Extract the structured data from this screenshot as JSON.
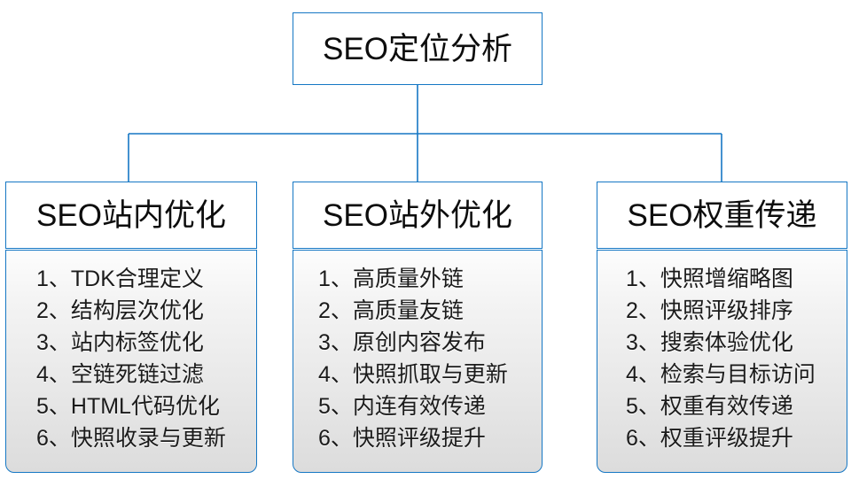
{
  "diagram": {
    "type": "tree",
    "accent_color": "#1577c4",
    "text_color": "#0d0d0d",
    "panel_gradient_top": "#fdfdfd",
    "panel_gradient_bottom": "#dcdcdc",
    "root": {
      "label": "SEO定位分析"
    },
    "branches": [
      {
        "header": "SEO站内优化",
        "items": [
          "1、TDK合理定义",
          "2、结构层次优化",
          "3、站内标签优化",
          "4、空链死链过滤",
          "5、HTML代码优化",
          "6、快照收录与更新"
        ]
      },
      {
        "header": "SEO站外优化",
        "items": [
          "1、高质量外链",
          "2、高质量友链",
          "3、原创内容发布",
          "4、快照抓取与更新",
          "5、内连有效传递",
          "6、快照评级提升"
        ]
      },
      {
        "header": "SEO权重传递",
        "items": [
          "1、快照增缩略图",
          "2、快照评级排序",
          "3、搜索体验优化",
          "4、检索与目标访问",
          "5、权重有效传递",
          "6、权重评级提升"
        ]
      }
    ]
  }
}
